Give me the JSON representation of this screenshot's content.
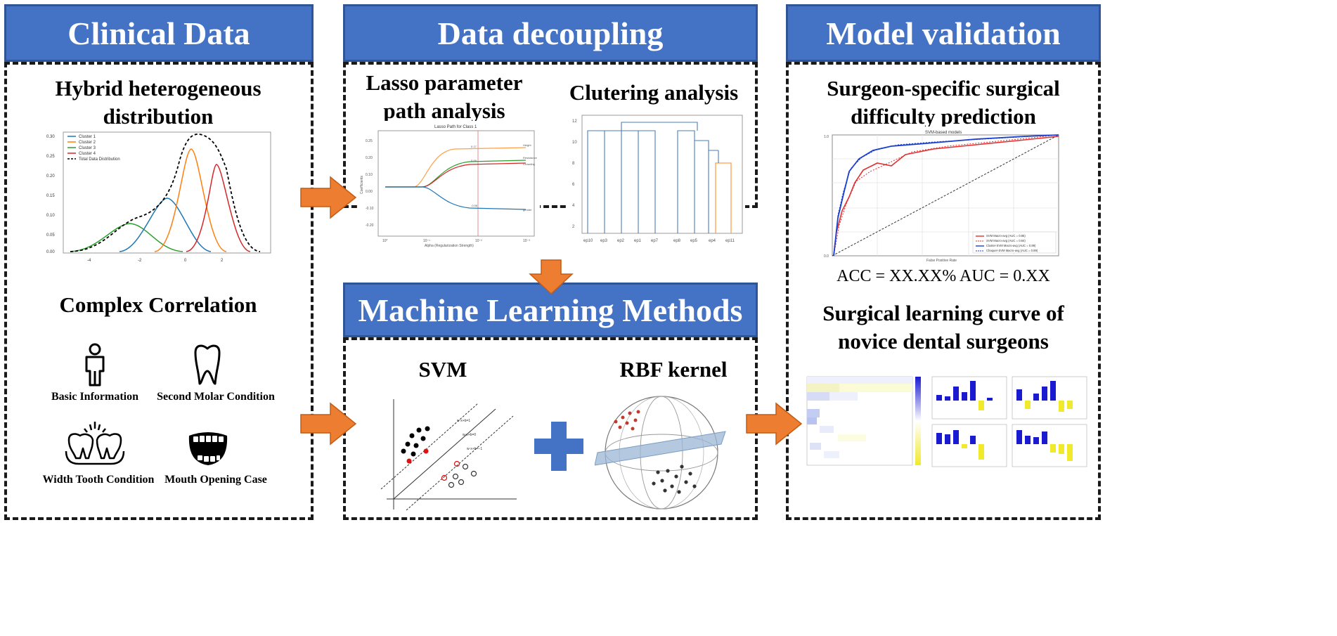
{
  "panels": {
    "clinical": {
      "header": "Clinical Data",
      "dist_title": "Hybrid heterogeneous distribution",
      "corr_title": "Complex Correlation",
      "icons": [
        {
          "label": "Basic Information",
          "icon": "person-icon"
        },
        {
          "label": "Second Molar Condition",
          "icon": "tooth-icon"
        },
        {
          "label": "Width Tooth Condition",
          "icon": "teeth-row-icon"
        },
        {
          "label": "Mouth Opening Case",
          "icon": "open-mouth-icon"
        }
      ]
    },
    "decoupling": {
      "header": "Data decoupling",
      "lasso_title": "Lasso parameter path analysis",
      "cluster_title": "Clutering analysis"
    },
    "ml": {
      "header": "Machine Learning Methods",
      "svm_title": "SVM",
      "rbf_title": "RBF kernel"
    },
    "validation": {
      "header": "Model validation",
      "pred_title": "Surgeon-specific surgical difficulty prediction",
      "metrics": "ACC = XX.XX% AUC = 0.XX",
      "curve_title": "Surgical learning curve of novice dental surgeons"
    }
  },
  "colors": {
    "header_bg": "#4472c4",
    "arrow": "#ed7d31",
    "plus": "#4472c4"
  }
}
